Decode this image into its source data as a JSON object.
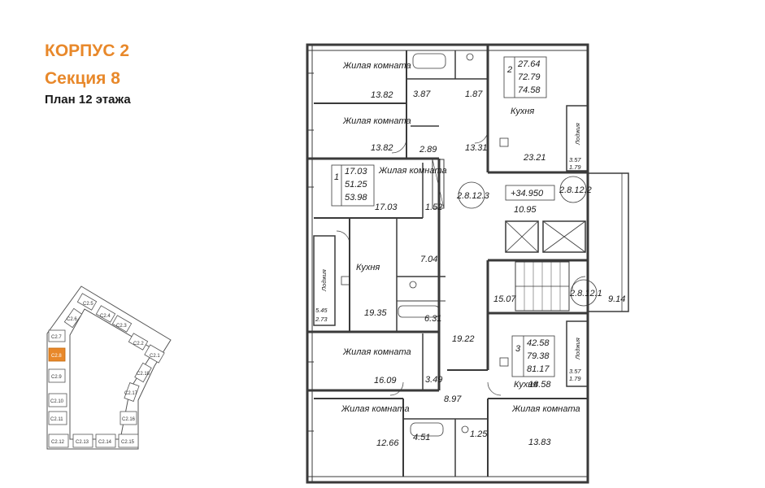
{
  "header": {
    "building": "КОРПУС 2",
    "section": "Секция 8",
    "floor": "План 12 этажа"
  },
  "colors": {
    "accent": "#e8882a",
    "wall": "#3a3a3a",
    "highlight": "#e8882a"
  },
  "rooms": {
    "living_1": "Жилая комната",
    "living_2": "Жилая комната",
    "living_3": "Жилая комната",
    "living_4": "Жилая комната",
    "living_5": "Жилая комната",
    "living_6": "Жилая комната",
    "kitchen_1": "Кухня",
    "kitchen_2": "Кухня",
    "kitchen_3": "Кухня",
    "loggia_1": "Лоджия",
    "loggia_2": "Лоджия",
    "loggia_3": "Лоджия"
  },
  "areas": {
    "a1382_top": "13.82",
    "a387": "3.87",
    "a187": "1.87",
    "a1382_b": "13.82",
    "a289": "2.89",
    "a1331": "13.31",
    "a2321": "23.21",
    "a1703": "17.03",
    "a152": "1.52",
    "a704": "7.04",
    "a1935": "19.35",
    "a631": "6.31",
    "a1922": "19.22",
    "a1609": "16.09",
    "a349": "3.49",
    "a897": "8.97",
    "a1266": "12.66",
    "a451": "4.51",
    "a125": "1.25",
    "a1383": "13.83",
    "a1858": "18.58",
    "a1507": "15.07",
    "a914": "9.14",
    "a1095": "10.95",
    "loggia1_a": "3.57",
    "loggia1_b": "1.79",
    "loggia2_a": "5.45",
    "loggia2_b": "2.73",
    "loggia3_a": "3.57",
    "loggia3_b": "1.79"
  },
  "apartments": [
    {
      "no": "2",
      "living": "27.64",
      "total": "72.79",
      "full": "74.58"
    },
    {
      "no": "1",
      "living": "17.03",
      "total": "51.25",
      "full": "53.98"
    },
    {
      "no": "3",
      "living": "42.58",
      "total": "79.38",
      "full": "81.17"
    }
  ],
  "markers": {
    "m1": "2.8.12.3",
    "m2": "2.8.12.2",
    "m3": "2.8.12.1",
    "elevation": "+34.950"
  },
  "site_plan": {
    "sections": [
      "С2.5",
      "С2.6",
      "С2.4",
      "С2.3",
      "С2.7",
      "С2.8",
      "С2.2",
      "С2.1",
      "С2.9",
      "С2.18",
      "С2.17",
      "С2.10",
      "С2.11",
      "С2.16",
      "С2.12",
      "С2.13",
      "С2.14",
      "С2.15"
    ],
    "highlighted": "С2.8"
  }
}
